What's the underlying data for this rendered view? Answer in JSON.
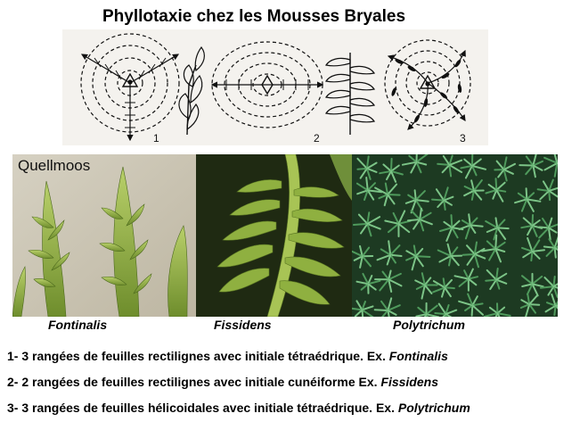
{
  "title": "Phyllotaxie chez les Mousses Bryales",
  "diagram": {
    "panel_numbers": [
      "1",
      "2",
      "3"
    ]
  },
  "photos": [
    {
      "overlay_text": "Quellmoos",
      "caption": "Fontinalis"
    },
    {
      "overlay_text": "",
      "caption": "Fissidens"
    },
    {
      "overlay_text": "",
      "caption": "Polytrichum"
    }
  ],
  "items": [
    {
      "prefix": "1- 3 rangées de feuilles rectilignes avec initiale tétraédrique. Ex. ",
      "genus": "Fontinalis"
    },
    {
      "prefix": "2- 2 rangées de feuilles rectilignes avec initiale cunéiforme Ex. ",
      "genus": "Fissidens"
    },
    {
      "prefix": "3- 3 rangées de feuilles hélicoidales avec initiale tétraédrique. Ex. ",
      "genus": "Polytrichum"
    }
  ],
  "colors": {
    "moss_light": "#9cbd54",
    "moss_dark": "#2f5a1a",
    "polytrichum": "#3f8a4a"
  }
}
